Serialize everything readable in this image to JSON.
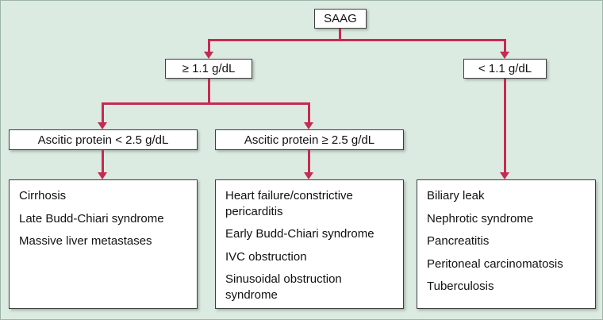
{
  "colors": {
    "background": "#dcebe1",
    "panel_border": "#9db3a7",
    "arrow": "#c62a52",
    "box_border": "#3f3f3f",
    "box_bg": "#ffffff",
    "text": "#111111"
  },
  "nodes": {
    "root": {
      "label": "SAAG"
    },
    "high_saag": {
      "label": "≥ 1.1 g/dL"
    },
    "low_saag": {
      "label": "< 1.1 g/dL"
    },
    "low_protein": {
      "label": "Ascitic protein < 2.5 g/dL"
    },
    "high_protein": {
      "label": "Ascitic protein ≥ 2.5 g/dL"
    }
  },
  "outcomes": {
    "low_protein": {
      "items": [
        "Cirrhosis",
        "Late Budd-Chiari syndrome",
        "Massive liver metastases"
      ]
    },
    "high_protein": {
      "items": [
        "Heart failure/constrictive pericarditis",
        "Early Budd-Chiari syndrome",
        "IVC obstruction",
        "Sinusoidal obstruction syndrome"
      ]
    },
    "low_saag": {
      "items": [
        "Biliary leak",
        "Nephrotic syndrome",
        "Pancreatitis",
        "Peritoneal carcinomatosis",
        "Tuberculosis"
      ]
    }
  }
}
